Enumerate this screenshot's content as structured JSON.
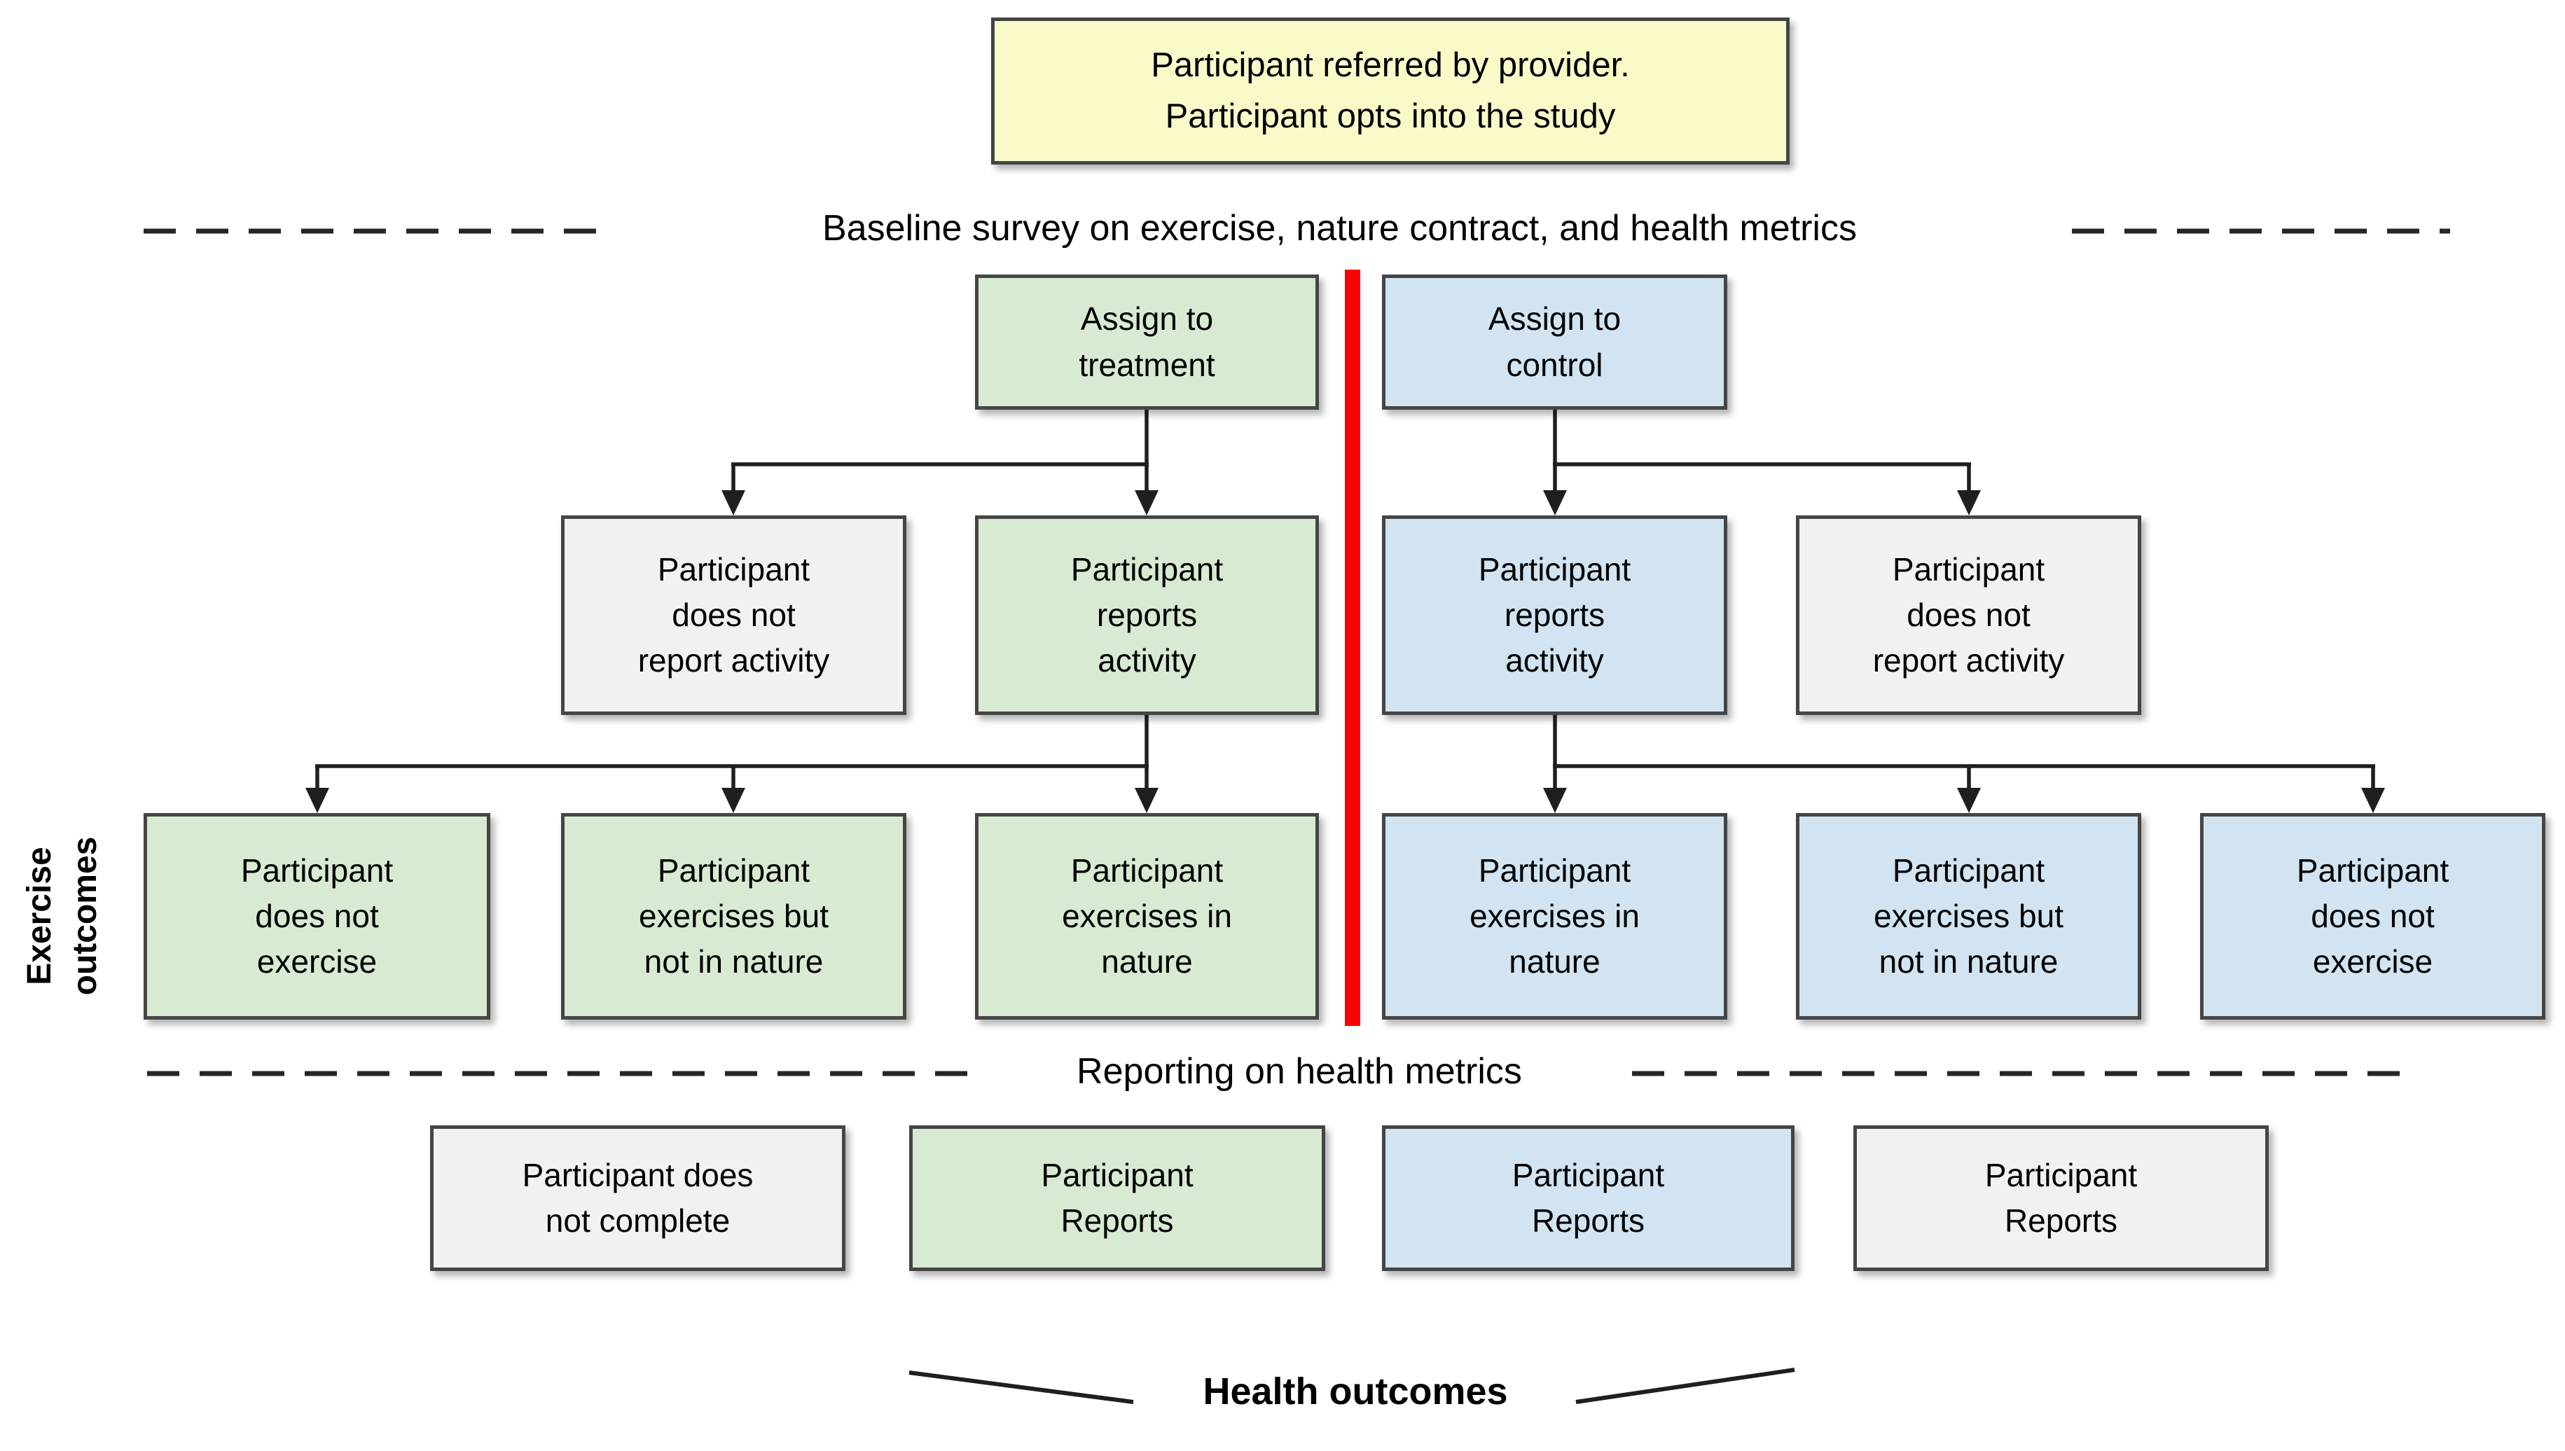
{
  "colors": {
    "background": "#ffffff",
    "entry_fill": "#fafac9",
    "treatment_fill": "#d9ead3",
    "control_fill": "#d2e4f2",
    "neutral_fill": "#f1f1f1",
    "box_border": "#454545",
    "connector": "#1f1f1f",
    "divider_red": "#ff0000",
    "text": "#000000"
  },
  "entry": {
    "label": "Participant referred by provider.\nParticipant opts into the study"
  },
  "separators": {
    "baseline": "Baseline survey on exercise, nature contract, and health metrics",
    "reporting": "Reporting on health metrics"
  },
  "side_label": "Exercise\noutcomes",
  "footer_label": "Health outcomes",
  "treatment": {
    "root": "Assign to\ntreatment",
    "report": [
      "Participant\ndoes not\nreport activity",
      "Participant\nreports\nactivity"
    ],
    "exercise": [
      "Participant\ndoes not\nexercise",
      "Participant\nexercises but\nnot in nature",
      "Participant\nexercises in\nnature"
    ]
  },
  "control": {
    "root": "Assign to\ncontrol",
    "report": [
      "Participant\nreports\nactivity",
      "Participant\ndoes not\nreport activity"
    ],
    "exercise": [
      "Participant\nexercises in\nnature",
      "Participant\nexercises but\nnot in nature",
      "Participant\ndoes not\nexercise"
    ]
  },
  "health_row": [
    "Participant does\nnot complete",
    "Participant\nReports",
    "Participant\nReports",
    "Participant\nReports"
  ],
  "edges": {
    "treatment_root_to": [
      "treatment.report.0",
      "treatment.report.1"
    ],
    "treatment_reports_to": [
      "treatment.exercise.0",
      "treatment.exercise.1",
      "treatment.exercise.2"
    ],
    "control_root_to": [
      "control.report.0",
      "control.report.1"
    ],
    "control_reports_to": [
      "control.exercise.0",
      "control.exercise.1",
      "control.exercise.2"
    ]
  }
}
